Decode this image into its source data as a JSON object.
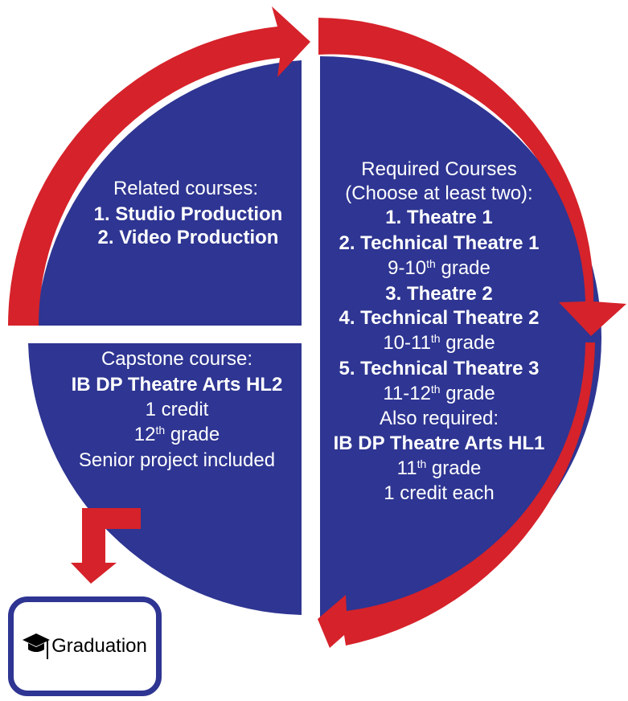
{
  "colors": {
    "quadrant": "#2e3592",
    "arrow": "#d6222a",
    "text": "#ffffff"
  },
  "top_left": {
    "heading": "Related courses:",
    "items": [
      "1. Studio Production",
      "2. Video Production"
    ]
  },
  "right": {
    "heading": "Required Courses",
    "subheading": "(Choose at least two):",
    "item1": "1. Theatre 1",
    "item2": "2. Technical Theatre 1",
    "grade1_base": "9-10",
    "grade1_sup": "th",
    "grade1_tail": " grade",
    "item3": "3. Theatre 2",
    "item4": "4. Technical Theatre 2",
    "grade2_base": "10-11",
    "grade2_sup": "th",
    "grade2_tail": " grade",
    "item5": "5. Technical Theatre 3",
    "grade3_base": "11-12",
    "grade3_sup": "th",
    "grade3_tail": " grade",
    "also": "Also required:",
    "ib": "IB DP Theatre Arts HL1",
    "grade4_base": "11",
    "grade4_sup": "th",
    "grade4_tail": " grade",
    "credit": "1 credit each"
  },
  "bottom_left": {
    "heading": "Capstone course:",
    "course": "IB DP Theatre Arts HL2",
    "credit": "1 credit",
    "grade_base": "12",
    "grade_sup": "th",
    "grade_tail": " grade",
    "note": "Senior project included"
  },
  "graduation": {
    "label": "Graduation",
    "icon": "graduation-cap-icon"
  }
}
